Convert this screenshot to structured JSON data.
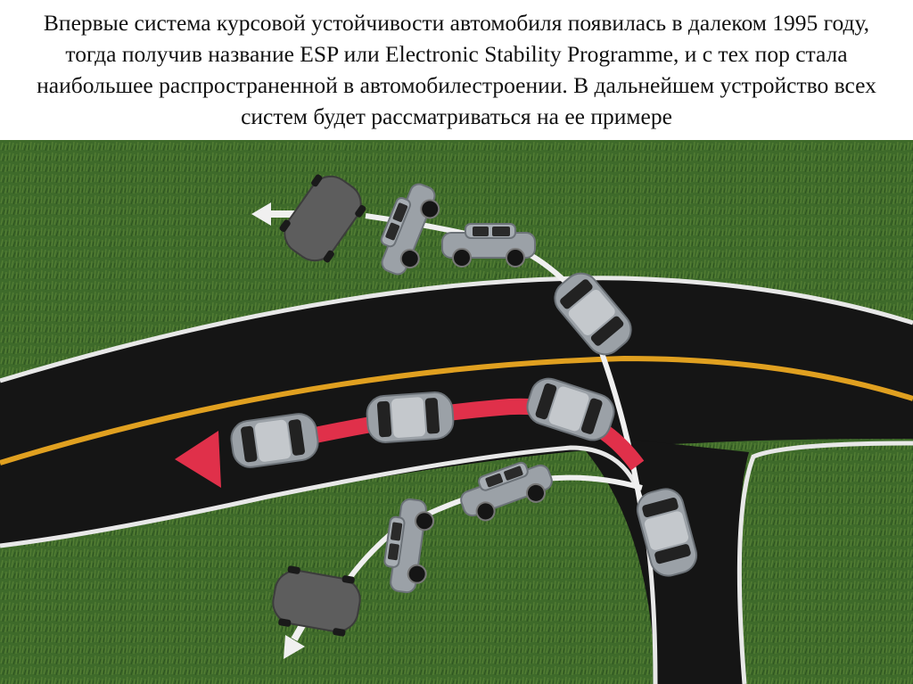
{
  "caption": {
    "text": "Впервые система курсовой устойчивости автомобиля появилась в далеком 1995 году, тогда получив название ESP или Electronic Stability Programme, и с тех пор стала наибольшее распространенной в автомобилестроении. В дальнейшем устройство всех систем будет рассматриваться на ее примере"
  },
  "illustration": {
    "grass_color": "#3f6a2a",
    "road_color": "#151515",
    "edge_line_color": "#e8e8e8",
    "center_line_color": "#e0a020",
    "esp_path_color": "#e0304a",
    "car_color": "#9aa0a6",
    "ghost_car_color": "#5c5c5c",
    "icons": [
      "white-arrow",
      "red-arrow",
      "car"
    ]
  }
}
